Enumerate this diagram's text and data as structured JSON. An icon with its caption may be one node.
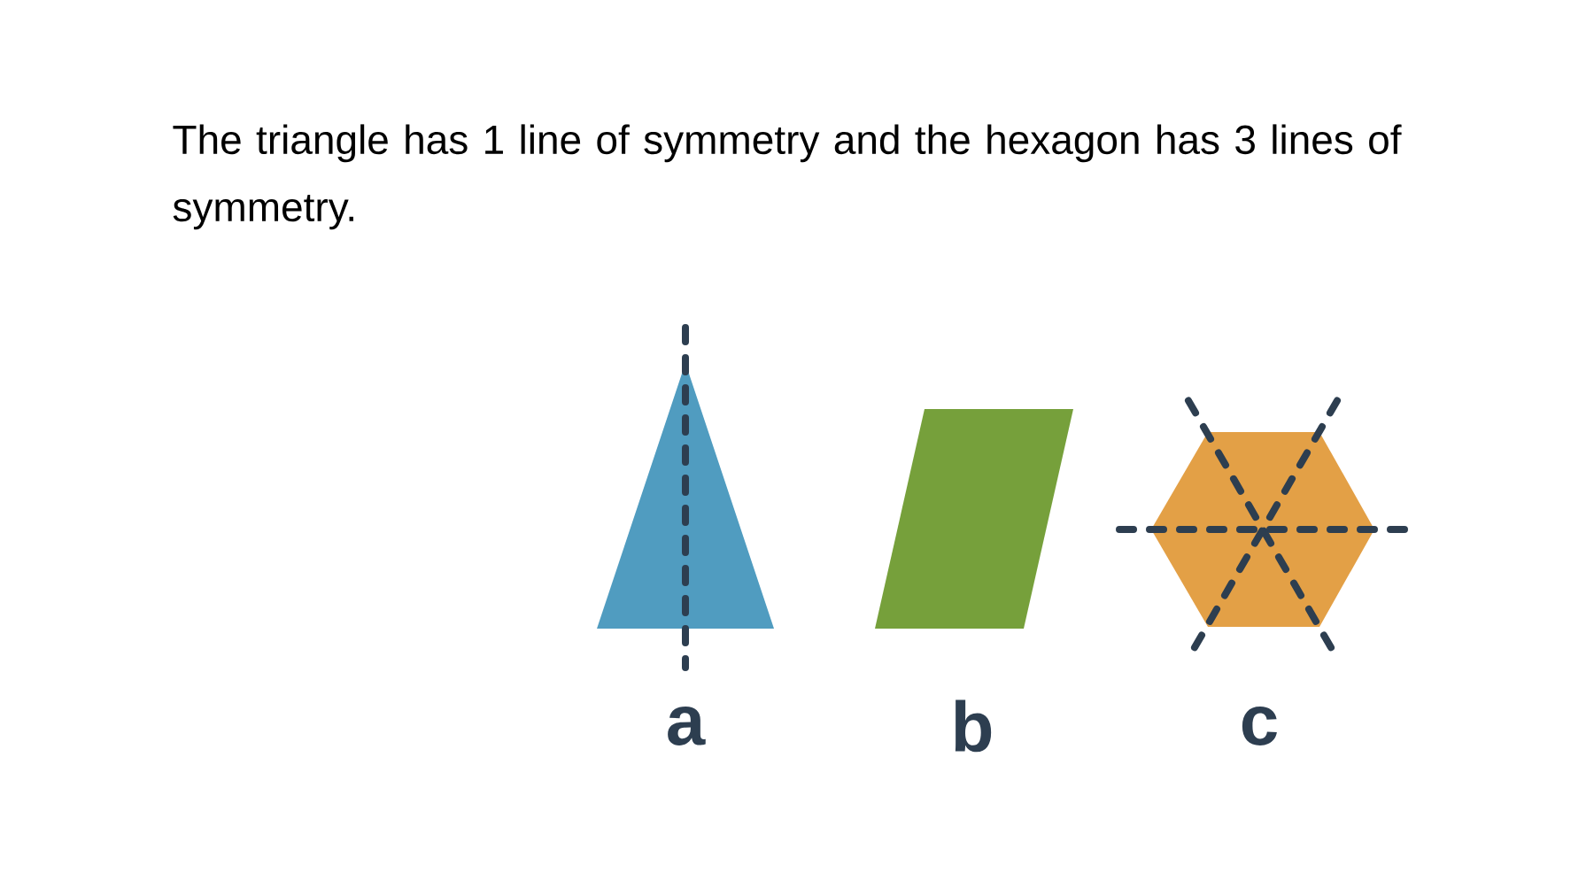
{
  "diagram": {
    "title": "The triangle has 1 line of symmetry and the hexagon has 3 lines of symmetry.",
    "nodes": [
      {
        "text": [],
        "shape": "triangle",
        "beside": [
          "a"
        ]
      },
      {
        "text": [],
        "shape": "parallelogram",
        "beside": [
          "b"
        ]
      },
      {
        "text": [],
        "shape": "hexagon",
        "beside": [
          "c"
        ]
      }
    ]
  }
}
